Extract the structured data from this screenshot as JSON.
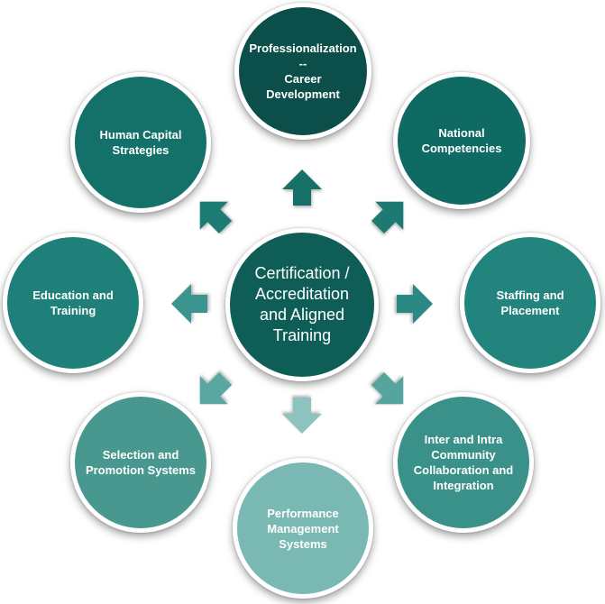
{
  "center": {
    "label": "Certification /\nAccreditation\nand Aligned\nTraining",
    "color": "#0e5d56"
  },
  "nodes": {
    "professionalization": {
      "label": "Professionalization\n--\nCareer\nDevelopment",
      "color": "#0c4f4a"
    },
    "national_competencies": {
      "label": "National\nCompetencies",
      "color": "#0e6a63"
    },
    "staffing_placement": {
      "label": "Staffing and\nPlacement",
      "color": "#22847c"
    },
    "inter_intra": {
      "label": "Inter and Intra\nCommunity\nCollaboration and\nIntegration",
      "color": "#3a918a"
    },
    "performance_management": {
      "label": "Performance\nManagement\nSystems",
      "color": "#7ab8b3"
    },
    "selection_promotion": {
      "label": "Selection and\nPromotion Systems",
      "color": "#48988f"
    },
    "education_training": {
      "label": "Education and\nTraining",
      "color": "#1e8078"
    },
    "human_capital": {
      "label": "Human Capital\nStrategies",
      "color": "#13716a"
    }
  },
  "arrow_colors": {
    "up": "#137067",
    "up_right": "#1a7a72",
    "right": "#2a8a83",
    "down_right": "#56a49e",
    "down": "#8cc3bf",
    "down_left": "#5aa6a0",
    "left": "#3a948d",
    "up_left": "#1c7b73"
  }
}
